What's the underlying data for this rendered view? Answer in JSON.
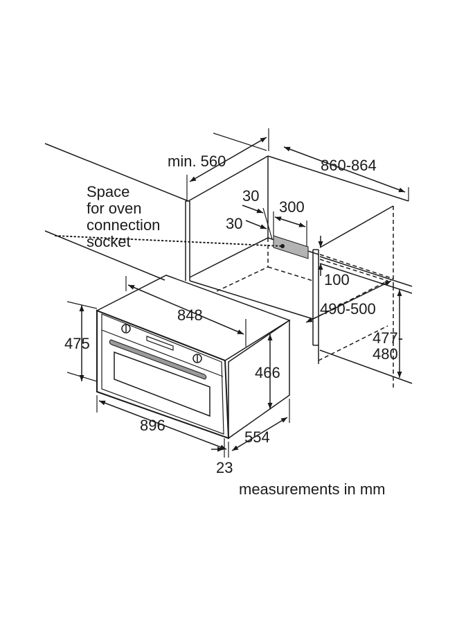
{
  "labels": {
    "min_depth": "min. 560",
    "niche_width": "860-864",
    "space_line1": "Space",
    "space_line2": "for oven",
    "space_line3": "connection",
    "space_line4": "socket",
    "dim_30_top": "30",
    "dim_30_side": "30",
    "dim_300": "300",
    "dim_100": "100",
    "niche_depth": "490-500",
    "niche_height_line1": "477-",
    "niche_height_line2": "480",
    "oven_width_inner": "848",
    "oven_height_front": "475",
    "oven_height_body": "466",
    "oven_width_front": "896",
    "oven_depth": "554",
    "front_thickness": "23",
    "units_note": "measurements in mm"
  }
}
